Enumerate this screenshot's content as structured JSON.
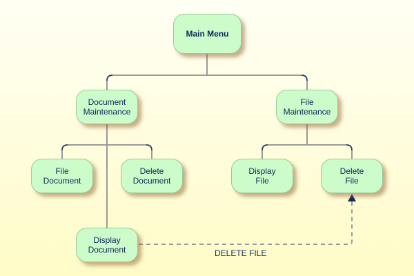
{
  "diagram": {
    "nodes": {
      "main_menu": "Main Menu",
      "document_maintenance": "Document\nMaintenance",
      "file_maintenance": "File\nMaintenance",
      "file_document": "File\nDocument",
      "delete_document": "Delete\nDocument",
      "display_document": "Display\nDocument",
      "display_file": "Display\nFile",
      "delete_file": "Delete\nFile"
    },
    "edge_label": "DELETE FILE"
  },
  "colors": {
    "node_fill": "#ccfcca",
    "node_border": "#9cc89c",
    "text": "#0e2a5a",
    "line": "#999999",
    "arrow": "#0e2a5a"
  }
}
